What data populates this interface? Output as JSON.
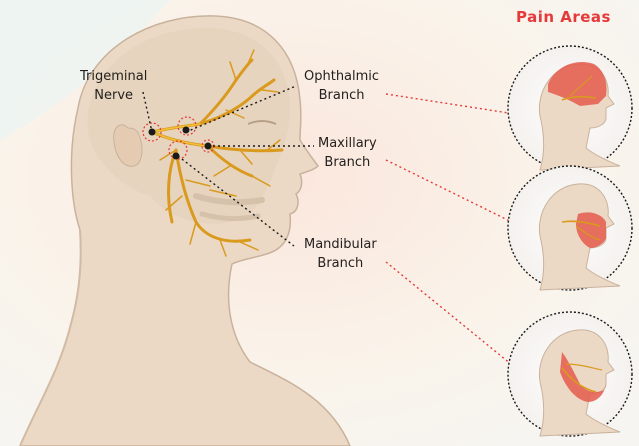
{
  "pain_areas": {
    "title": "Pain Areas"
  },
  "labels": {
    "trigeminal": {
      "line1": "Trigeminal",
      "line2": "Nerve"
    },
    "ophthalmic": {
      "line1": "Ophthalmic",
      "line2": "Branch"
    },
    "maxillary": {
      "line1": "Maxillary",
      "line2": "Branch"
    },
    "mandibular": {
      "line1": "Mandibular",
      "line2": "Branch"
    }
  },
  "colors": {
    "skin": "#ecd9c5",
    "skin_outline": "#c9b29c",
    "skull": "#e3cfb8",
    "nerve": "#d99a1e",
    "nerve_highlight": "#f2c23a",
    "pain_red": "#e45a4c",
    "accent_red": "#e63a3a",
    "marker": "#1a1a1a",
    "bg_warm": "#fbf3ea"
  }
}
